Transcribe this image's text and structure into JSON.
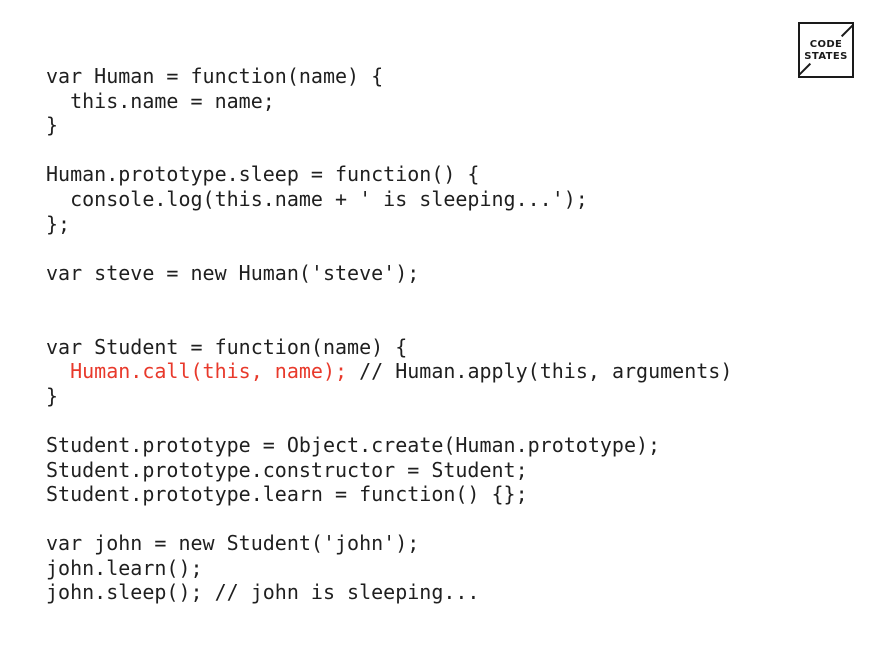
{
  "logo": {
    "line1": "CODE",
    "line2": "STATES"
  },
  "colors": {
    "text": "#1f1f1f",
    "highlight": "#e8392b",
    "background": "#ffffff"
  },
  "code": {
    "lines": [
      "var Human = function(name) {",
      "  this.name = name;",
      "}",
      "",
      "Human.prototype.sleep = function() {",
      "  console.log(this.name + ' is sleeping...');",
      "};",
      "",
      "var steve = new Human('steve');",
      "",
      "",
      "var Student = function(name) {",
      "",
      "}",
      "",
      "Student.prototype = Object.create(Human.prototype);",
      "Student.prototype.constructor = Student;",
      "Student.prototype.learn = function() {};",
      "",
      "var john = new Student('john');",
      "john.learn();",
      "john.sleep(); // john is sleeping..."
    ],
    "highlight_line": {
      "indent": "  ",
      "highlighted": "Human.call(this, name);",
      "rest": " // Human.apply(this, arguments)"
    }
  }
}
